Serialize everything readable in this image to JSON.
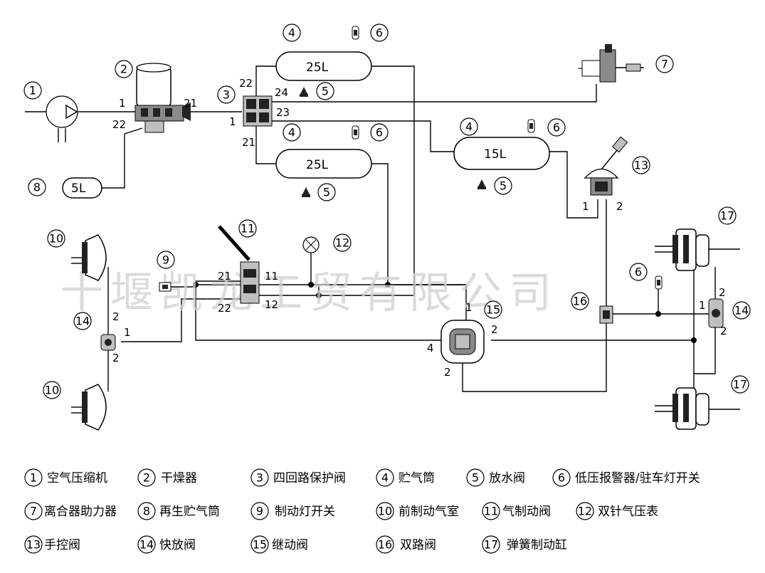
{
  "watermark": "十堰凯龙工贸有限公司",
  "tank_labels": {
    "tank_upper": "25L",
    "tank_lower": "25L",
    "tank_right": "15L",
    "regen_tank": "5L"
  },
  "callouts": [
    "1",
    "2",
    "3",
    "4",
    "5",
    "6",
    "7",
    "8",
    "9",
    "10",
    "11",
    "12",
    "13",
    "14",
    "15",
    "16",
    "17"
  ],
  "port_labels": {
    "compressor_out": "1",
    "dryer_out": "21",
    "dryer_regen": "22",
    "prot_22": "22",
    "prot_24": "24",
    "prot_23": "23",
    "prot_21": "21",
    "prot_1": "1",
    "hand_1": "1",
    "hand_2": "2",
    "fbv_21": "21",
    "fbv_11": "11",
    "fbv_22": "22",
    "fbv_12": "12",
    "relay_1": "1",
    "relay_2": "2",
    "relay_4": "4",
    "relay_2b": "2",
    "qr_left_1": "1",
    "qr_left_2a": "2",
    "qr_left_2b": "2",
    "qr_right_1": "1",
    "qr_right_2a": "2",
    "qr_right_2b": "2"
  },
  "legend": [
    {
      "num": "1",
      "text": "空气压缩机"
    },
    {
      "num": "2",
      "text": "干燥器"
    },
    {
      "num": "3",
      "text": "四回路保护阀"
    },
    {
      "num": "4",
      "text": "贮气筒"
    },
    {
      "num": "5",
      "text": "放水阀"
    },
    {
      "num": "6",
      "text": "低压报警器/驻车灯开关"
    },
    {
      "num": "7",
      "text": "离合器助力器"
    },
    {
      "num": "8",
      "text": "再生贮气筒"
    },
    {
      "num": "9",
      "text": "制动灯开关"
    },
    {
      "num": "10",
      "text": "前制动气室"
    },
    {
      "num": "11",
      "text": "气制动阀"
    },
    {
      "num": "12",
      "text": "双针气压表"
    },
    {
      "num": "13",
      "text": "手控阀"
    },
    {
      "num": "14",
      "text": "快放阀"
    },
    {
      "num": "15",
      "text": "继动阀"
    },
    {
      "num": "16",
      "text": "双路阀"
    },
    {
      "num": "17",
      "text": "弹簧制动缸"
    }
  ]
}
